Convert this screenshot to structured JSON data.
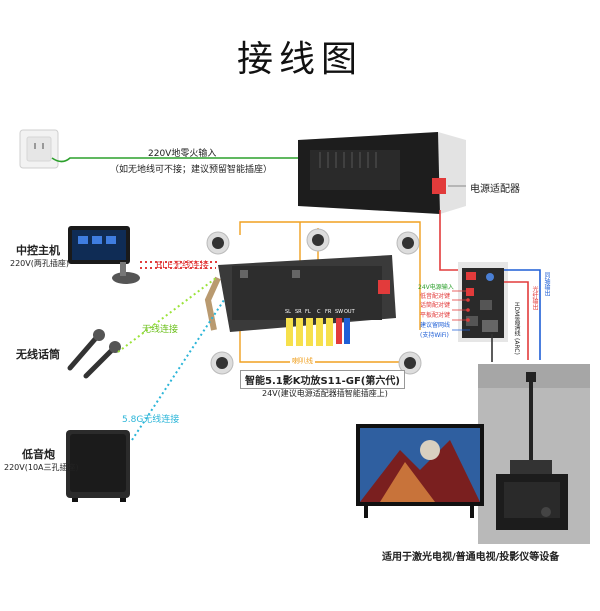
{
  "title": "接线图",
  "labels": {
    "power_input": "220V地零火输入",
    "power_note": "（如无地线可不接；建议预留智能插座）",
    "power_adapter": "电源适配器",
    "central_controller": "中控主机",
    "central_controller_power": "220V(两孔插座)",
    "ble": "BLE无线连接",
    "wireless": "无线连接",
    "wireless_mic": "无线话筒",
    "wireless_58g": "5.8G无线连接",
    "subwoofer": "低音炮",
    "subwoofer_power": "220V(10A三孔插座)",
    "amp_name": "智能5.1影K功放S11-GF(第六代)",
    "amp_power_note": "24V(建议电源适配器插智能插座上)",
    "speaker_wire": "喇叭线",
    "panel_24v": "24V电源输入",
    "panel_bass": "低音配对键",
    "panel_mic": "话筒配对键",
    "panel_flat": "平板配对键",
    "panel_reset": "建议留网线",
    "panel_wifi": "(支持WiFi)",
    "hdmi_arc": "HDMI高清线\n(ARC)",
    "optical": "光纤输出",
    "coax": "同轴输出",
    "bottom_caption": "适用于激光电视/普通电视/投影仪等设备",
    "amp_channels": [
      "SL",
      "SR",
      "FL",
      "C",
      "FR",
      "SW",
      "OUT"
    ]
  },
  "colors": {
    "red": "#e23b3b",
    "green": "#2ca02c",
    "blue": "#1f5fd6",
    "cyan": "#2bb5d8",
    "lime": "#9be33a",
    "orange": "#f0a020",
    "yellow": "#f6e04c"
  }
}
